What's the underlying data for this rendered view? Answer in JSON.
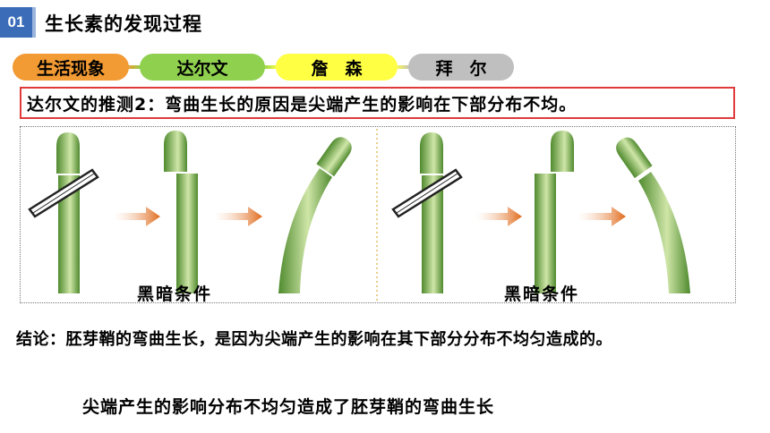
{
  "header": {
    "section_number": "01",
    "title": "生长素的发现过程"
  },
  "timeline": {
    "items": [
      {
        "label": "生活现象",
        "color": "#f29a33"
      },
      {
        "label": "达尔文",
        "color": "#8fd14f"
      },
      {
        "label": "詹　森",
        "color": "#ffff44"
      },
      {
        "label": "拜　尔",
        "color": "#bfbfbf"
      }
    ]
  },
  "hypothesis": {
    "text": "达尔文的推测2：弯曲生长的原因是尖端产生的影响在下部分布不均。"
  },
  "figure": {
    "left_condition": "黑暗条件",
    "right_condition": "黑暗条件",
    "colors": {
      "stem_dark": "#4f8a2e",
      "stem_light": "#cfe6a8",
      "arrow": "#e06a1a"
    }
  },
  "conclusion": {
    "text": "结论：胚芽鞘的弯曲生长，是因为尖端产生的影响在其下部分分布不均匀造成的。"
  },
  "summary": {
    "text": "尖端产生的影响分布不均匀造成了胚芽鞘的弯曲生长"
  }
}
